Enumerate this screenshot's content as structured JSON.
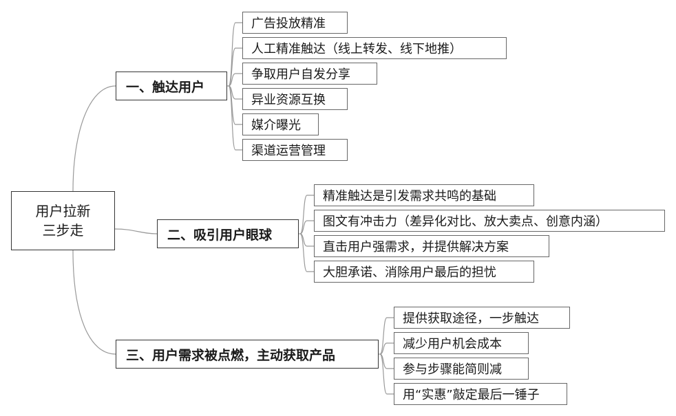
{
  "root": {
    "line1": "用户拉新",
    "line2": "三步走"
  },
  "branches": [
    {
      "label": "一、触达用户",
      "items": [
        "广告投放精准",
        "人工精准触达（线上转发、线下地推）",
        "争取用户自发分享",
        "异业资源互换",
        "媒介曝光",
        "渠道运营管理"
      ]
    },
    {
      "label": "二、吸引用户眼球",
      "items": [
        "精准触达是引发需求共鸣的基础",
        "图文有冲击力（差异化对比、放大卖点、创意内涵）",
        "直击用户强需求，并提供解决方案",
        "大胆承诺、消除用户最后的担忧"
      ]
    },
    {
      "label": "三、用户需求被点燃，主动获取产品",
      "items": [
        "提供获取途径，一步触达",
        "减少用户机会成本",
        "参与步骤能简则减",
        "用“实惠”敲定最后一锤子"
      ]
    }
  ],
  "colors": {
    "line": "#999999",
    "border": "#333333"
  }
}
